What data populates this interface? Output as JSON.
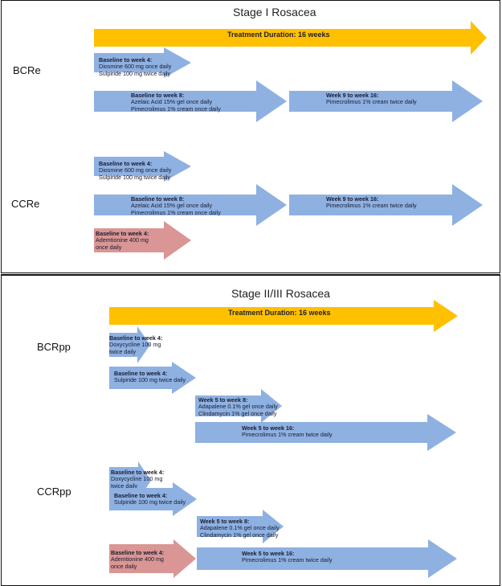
{
  "colors": {
    "blue": "#8EB1E2",
    "yellow": "#FFC000",
    "red": "#D99694",
    "border": "#111111"
  },
  "stage1": {
    "title": "Stage I Rosacea",
    "duration": "Treatment Duration:  16 weeks",
    "groups": [
      "BCRe",
      "CCRe"
    ],
    "bcre": [
      {
        "head": "Baseline to week 4:",
        "lines": [
          "Diosmine 600 mg once daily",
          "Sulpiride 100 mg twice daily"
        ],
        "color": "blue"
      },
      {
        "head": "Baseline to week 8:",
        "lines": [
          "Azelaic Acid 15% gel once daily",
          "Pimecrolimus 1% cream once daily"
        ],
        "color": "blue"
      },
      {
        "head": "Week 9 to week 16:",
        "lines": [
          "Pimecrolimus 1% cream twice daily"
        ],
        "color": "blue"
      }
    ],
    "ccre": [
      {
        "head": "Baseline to week 4:",
        "lines": [
          "Diosmine 600 mg once daily",
          "Sulpiride 100 mg twice daily"
        ],
        "color": "blue"
      },
      {
        "head": "Baseline to week 8:",
        "lines": [
          "Azelaic Acid 15% gel once daily",
          "Pimecrolimus 1% cream once daily"
        ],
        "color": "blue"
      },
      {
        "head": "Week 9 to week 16:",
        "lines": [
          "Pimecrolimus 1% cream twice daily"
        ],
        "color": "blue"
      },
      {
        "head": "Baseline to week 4:",
        "lines": [
          "Ademtionine 400 mg",
          "once daily"
        ],
        "color": "red"
      }
    ]
  },
  "stage2": {
    "title": "Stage II/III Rosacea",
    "duration": "Treatment Duration:  16 weeks",
    "groups": [
      "BCRpp",
      "CCRpp"
    ],
    "bcrpp": [
      {
        "head": "Baseline to week 4:",
        "lines": [
          "Doxycycline 100 mg",
          "twice daily"
        ],
        "color": "blue"
      },
      {
        "head": "Baseline to week 4:",
        "lines": [
          "Sulpiride 100 mg twice daily"
        ],
        "color": "blue"
      },
      {
        "head": "Week 5 to week 8:",
        "lines": [
          "Adapalene 0.1%  gel once daily",
          "Clindamycin  1% gel once daily"
        ],
        "color": "blue"
      },
      {
        "head": "Week 5 to week 16:",
        "lines": [
          "Pimecrolimus 1% cream twice daily"
        ],
        "color": "blue"
      }
    ],
    "ccrpp": [
      {
        "head": "Baseline to week 4:",
        "lines": [
          "Doxycycline 100 mg",
          "twice daily"
        ],
        "color": "blue"
      },
      {
        "head": "Baseline to week 4:",
        "lines": [
          "Sulpiride 100 mg twice daily"
        ],
        "color": "blue"
      },
      {
        "head": "Week 5 to week 8:",
        "lines": [
          "Adapalene 0.1%  gel once daily",
          "Clindamycin  1% gel once daily"
        ],
        "color": "blue"
      },
      {
        "head": "Baseline to week 4:",
        "lines": [
          "Ademtionine 400 mg",
          "once daily"
        ],
        "color": "red"
      },
      {
        "head": "Week 5 to week 16:",
        "lines": [
          "Pimecrolimus 1% cream twice daily"
        ],
        "color": "blue"
      }
    ]
  }
}
